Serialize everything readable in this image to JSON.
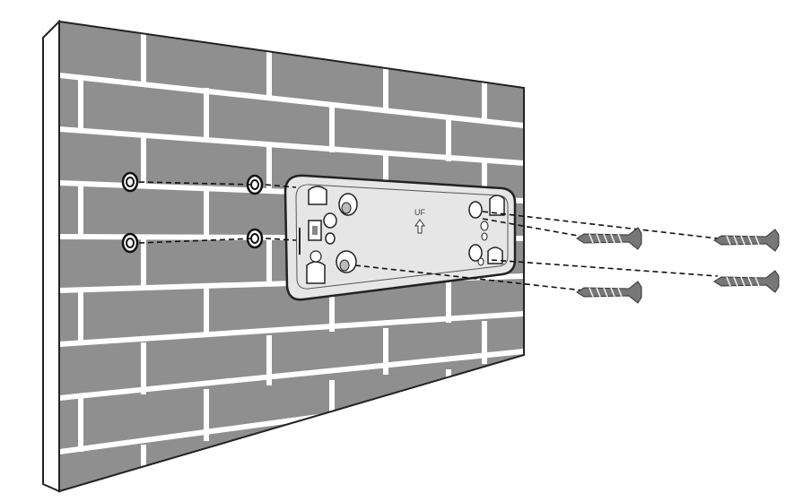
{
  "illustration": {
    "plate_label": "UF",
    "colors": {
      "wall_fill": "#8f8f8f",
      "mortar": "#ffffff",
      "plate_fill": "#e6e6e6",
      "plate_stroke": "#222222",
      "screw": "#777777",
      "guide_line": "#111111"
    },
    "parts": {
      "wall": "brick-wall",
      "mounting_plate": "wall-mounting-plate",
      "anchors": 4,
      "screws": 4
    }
  }
}
